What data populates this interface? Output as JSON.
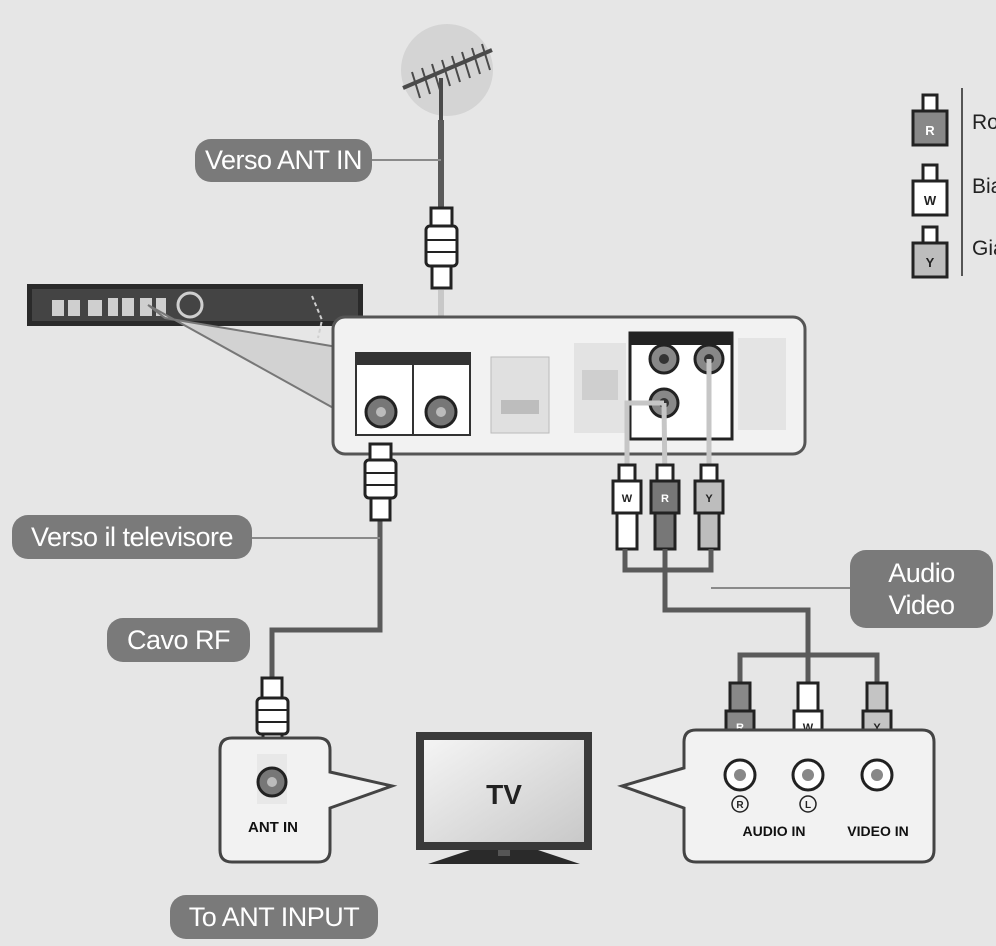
{
  "labels": {
    "ant_in_callout": "Verso ANT IN",
    "to_tv_callout": "Verso il televisore",
    "rf_cable_callout": "Cavo RF",
    "audio_callout": "Audio",
    "video_callout": "Video",
    "to_ant_input_callout": "To ANT INPUT"
  },
  "legend": {
    "items": [
      {
        "code": "R",
        "text": "Ro"
      },
      {
        "code": "W",
        "text": "Bia"
      },
      {
        "code": "Y",
        "text": "Gia"
      }
    ]
  },
  "tv": {
    "screen_label": "TV",
    "ant_in_label": "ANT IN",
    "audio_in_label": "AUDIO IN",
    "video_in_label": "VIDEO IN",
    "jack_r_symbol": "R",
    "jack_l_symbol": "L"
  },
  "plugs": {
    "panel_w": "W",
    "panel_r": "R",
    "panel_y": "Y",
    "tv_r": "R",
    "tv_w": "W",
    "tv_y": "Y"
  },
  "colors": {
    "background": "#e6e6e6",
    "cable": "#5a5a5a",
    "callout": "#7a7a7a",
    "panel": "#f2f2f2"
  }
}
